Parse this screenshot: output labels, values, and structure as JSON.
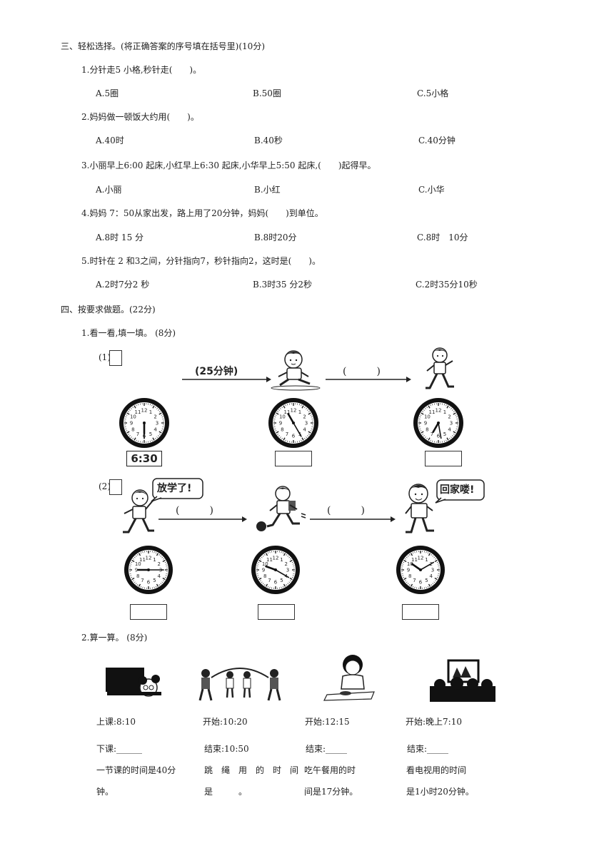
{
  "section3": {
    "title": "三、轻松选择。(将正确答案的序号填在括号里)(10分)",
    "questions": [
      {
        "stem": "1.分针走5 小格,秒针走(　　)。",
        "a": "A.5圈",
        "b": "B.50圈",
        "c": "C.5小格"
      },
      {
        "stem": "2.妈妈做一顿饭大约用(　　)。",
        "a": "A.40时",
        "b": "B.40秒",
        "c": "C.40分钟"
      },
      {
        "stem": "3.小丽早上6:00 起床,小红早上6:30 起床,小华早上5:50 起床,(　　)起得早。",
        "a": "A.小丽",
        "b": "B.小红",
        "c": "C.小华"
      },
      {
        "stem": "4.妈妈 7：50从家出发，路上用了20分钟，妈妈(　　)到单位。",
        "a": "A.8时 15 分",
        "b": "B.8时20分",
        "c": "C.8时　10分"
      },
      {
        "stem": "5.时针在 2 和3之间，分针指向7，秒针指向2，这时是(　　)。",
        "a": "A.2时7分2 秒",
        "b": "B.3时35 分2秒",
        "c": "C.2时35分10秒"
      }
    ]
  },
  "section4": {
    "title": "四、按要求做题。(22分)",
    "q1": {
      "title": "1.看一看,填一填。 (8分)",
      "part1": {
        "label": "(1)",
        "arrow1_label": "(25分钟)",
        "arrow2_label": "(　　　)",
        "time_box": "6:30"
      },
      "part2": {
        "label": "(2)",
        "bubble1": "放学了!",
        "bubble2": "回家喽!",
        "arrow1_label": "(　　　)",
        "arrow2_label": "(　　　)"
      }
    },
    "q2": {
      "title": "2.算一算。 (8分)",
      "columns": [
        {
          "start": "上课:8:10",
          "end": "下课:______",
          "desc1": "一节课的时间是40分",
          "desc2": "钟。"
        },
        {
          "start": "开始:10:20",
          "end": "结束:10:50",
          "desc1": "跳　绳　用　的　时　间",
          "desc2": "是　　　。"
        },
        {
          "start": "开始:12:15",
          "end": "结束:_____",
          "desc1": "吃午餐用的时",
          "desc2": "间是17分钟。"
        },
        {
          "start": "开始:晚上7:10",
          "end": "结束:_____",
          "desc1": "看电视用的时间",
          "desc2": "是1小时20分钟。"
        }
      ]
    }
  }
}
